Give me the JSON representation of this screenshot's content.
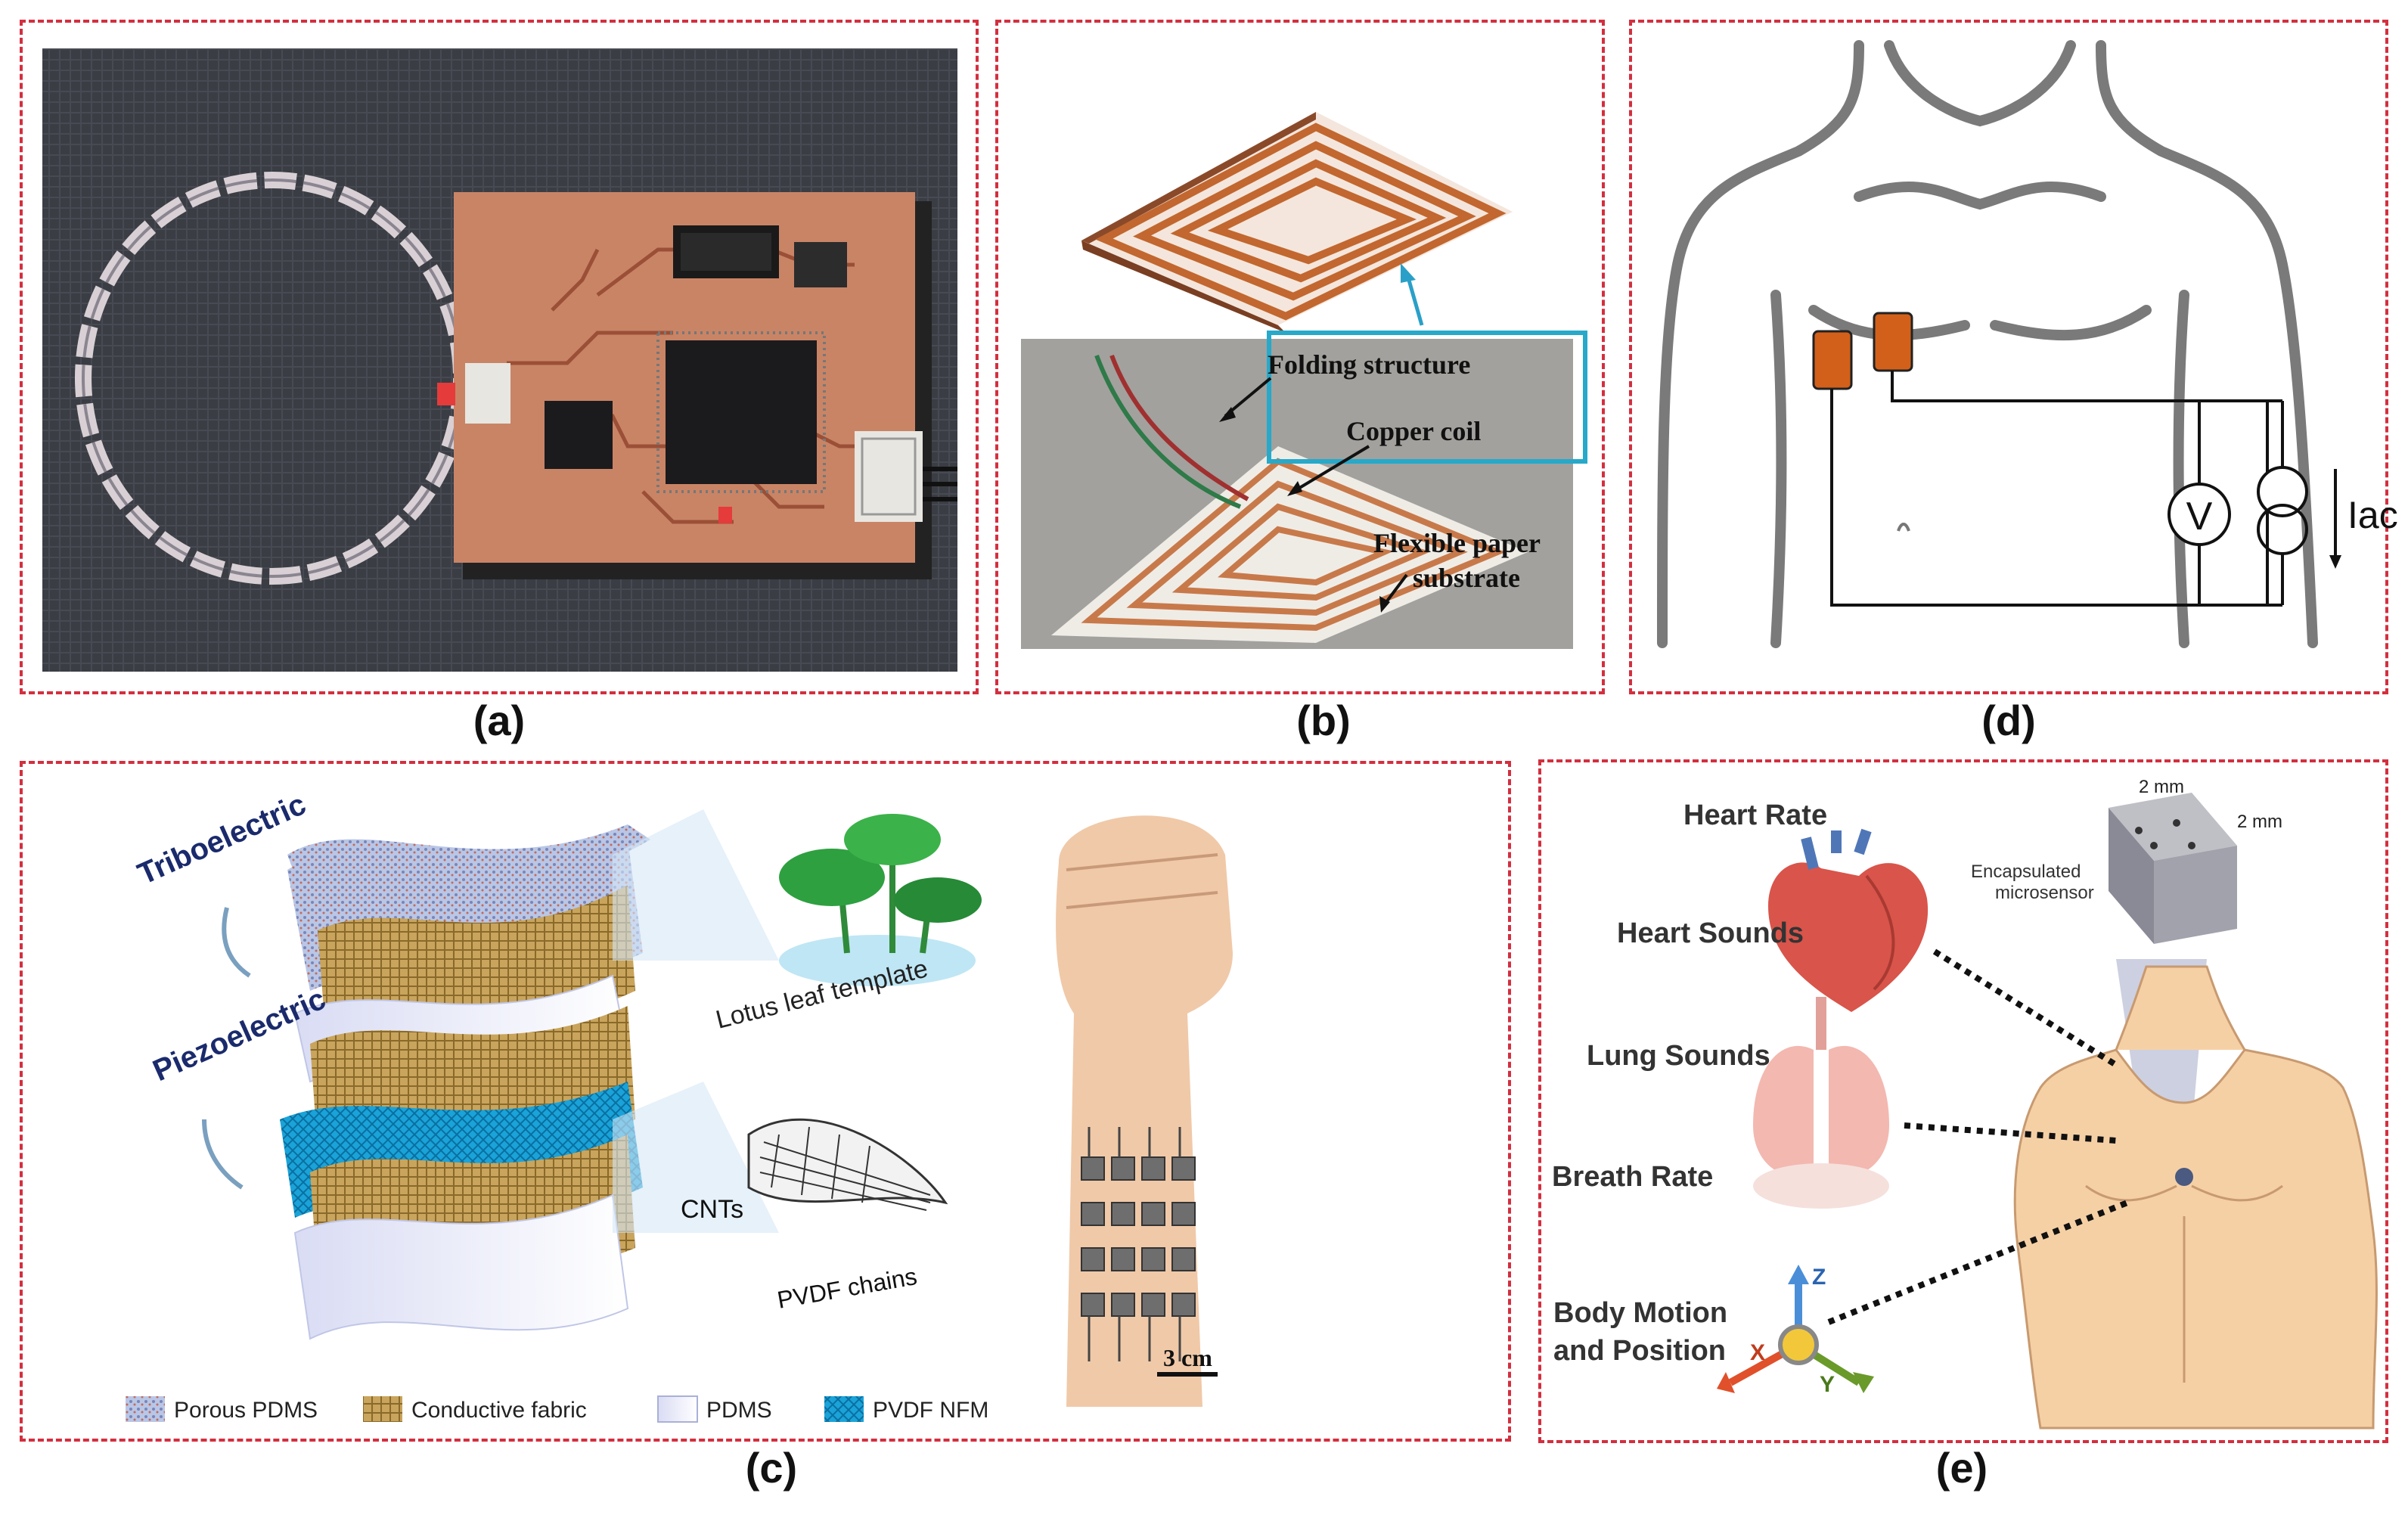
{
  "captions": {
    "a": "(a)",
    "b": "(b)",
    "c": "(c)",
    "d": "(d)",
    "e": "(e)"
  },
  "panel_b": {
    "folding_structure": "Folding structure",
    "copper_coil": "Copper coil",
    "flexible_paper_1": "Flexible paper",
    "flexible_paper_2": "substrate"
  },
  "panel_c": {
    "triboelectric": "Triboelectric",
    "piezoelectric": "Piezoelectric",
    "lotus_leaf_template": "Lotus leaf template",
    "cnts": "CNTs",
    "pvdf_chains": "PVDF chains",
    "scale_bar": "3 cm",
    "legend": [
      "Porous PDMS",
      "Conductive fabric",
      "PDMS",
      "PVDF NFM"
    ]
  },
  "panel_d": {
    "voltmeter": "V",
    "current": "Iac"
  },
  "panel_e": {
    "heart_rate": "Heart Rate",
    "heart_sounds": "Heart Sounds",
    "lung_sounds": "Lung Sounds",
    "breath_rate": "Breath Rate",
    "body_motion_1": "Body Motion",
    "body_motion_2": "and Position",
    "dim_1": "2 mm",
    "dim_2": "2 mm",
    "encapsulated_1": "Encapsulated",
    "encapsulated_2": "microsensor",
    "axis_x": "X",
    "axis_y": "Y",
    "axis_z": "Z"
  },
  "colors": {
    "border": "#d32f3f",
    "pcb": "#c98466",
    "electrode": "#d2601a",
    "skin": "#f6d0a5",
    "pvdf": "#1aa3d8",
    "fabric": "#c9a45c"
  }
}
